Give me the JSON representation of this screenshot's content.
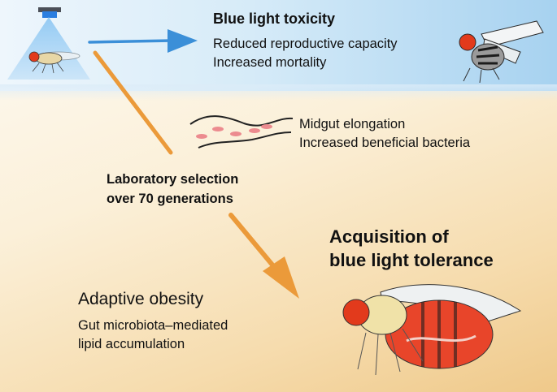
{
  "toxicity": {
    "title": "Blue light toxicity",
    "line1": "Reduced reproductive capacity",
    "line2": "Increased mortality"
  },
  "midgut": {
    "line1": "Midgut elongation",
    "line2": "Increased beneficial bacteria"
  },
  "selection": {
    "line1": "Laboratory selection",
    "line2": "over 70 generations"
  },
  "tolerance": {
    "line1": "Acquisition of",
    "line2": "blue light tolerance"
  },
  "obesity": {
    "title": "Adaptive obesity",
    "line1": "Gut microbiota–mediated",
    "line2": "lipid accumulation"
  },
  "colors": {
    "blue_light": "#2a7ee0",
    "arrow_blue": "#3b8fd8",
    "arrow_orange": "#eb9a3a",
    "fly_eye": "#e23a1c",
    "abdomen_red": "#e8452a"
  },
  "icons": [
    "blue-lamp-icon",
    "fly-icon",
    "damaged-fly-icon",
    "midgut-icon",
    "obese-fly-icon"
  ]
}
